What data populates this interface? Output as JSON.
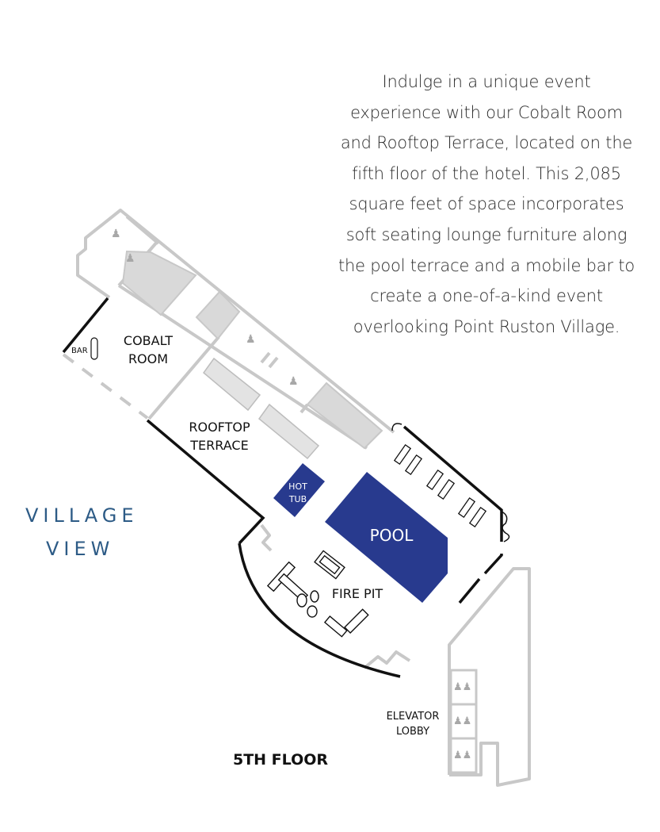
{
  "description": {
    "lines": [
      "Indulge in a unique event",
      "experience with our Cobalt Room",
      "and Rooftop Terrace, located on the",
      "fifth floor of the hotel. This 2,085",
      "square feet of space incorporates",
      "soft seating lounge furniture along",
      "the pool terrace and a mobile bar to",
      "create a one-of-a-kind event",
      "overlooking Point Ruston Village."
    ]
  },
  "view_label": {
    "line1": "VILLAGE",
    "line2": "VIEW"
  },
  "floor_plan": {
    "bar": "BAR",
    "cobalt_room": [
      "COBALT",
      "ROOM"
    ],
    "rooftop_terrace": [
      "ROOFTOP",
      "TERRACE"
    ],
    "hot_tub": [
      "HOT",
      "TUB"
    ],
    "pool": "POOL",
    "fire_pit": "FIRE PIT",
    "elevator_lobby": [
      "ELEVATOR",
      "LOBBY"
    ],
    "floor_name": "5TH FLOOR"
  },
  "colors": {
    "water": "#283a8e",
    "wall": "#111111",
    "structure": "#c8c8c8",
    "accent_text": "#2d5b86"
  }
}
